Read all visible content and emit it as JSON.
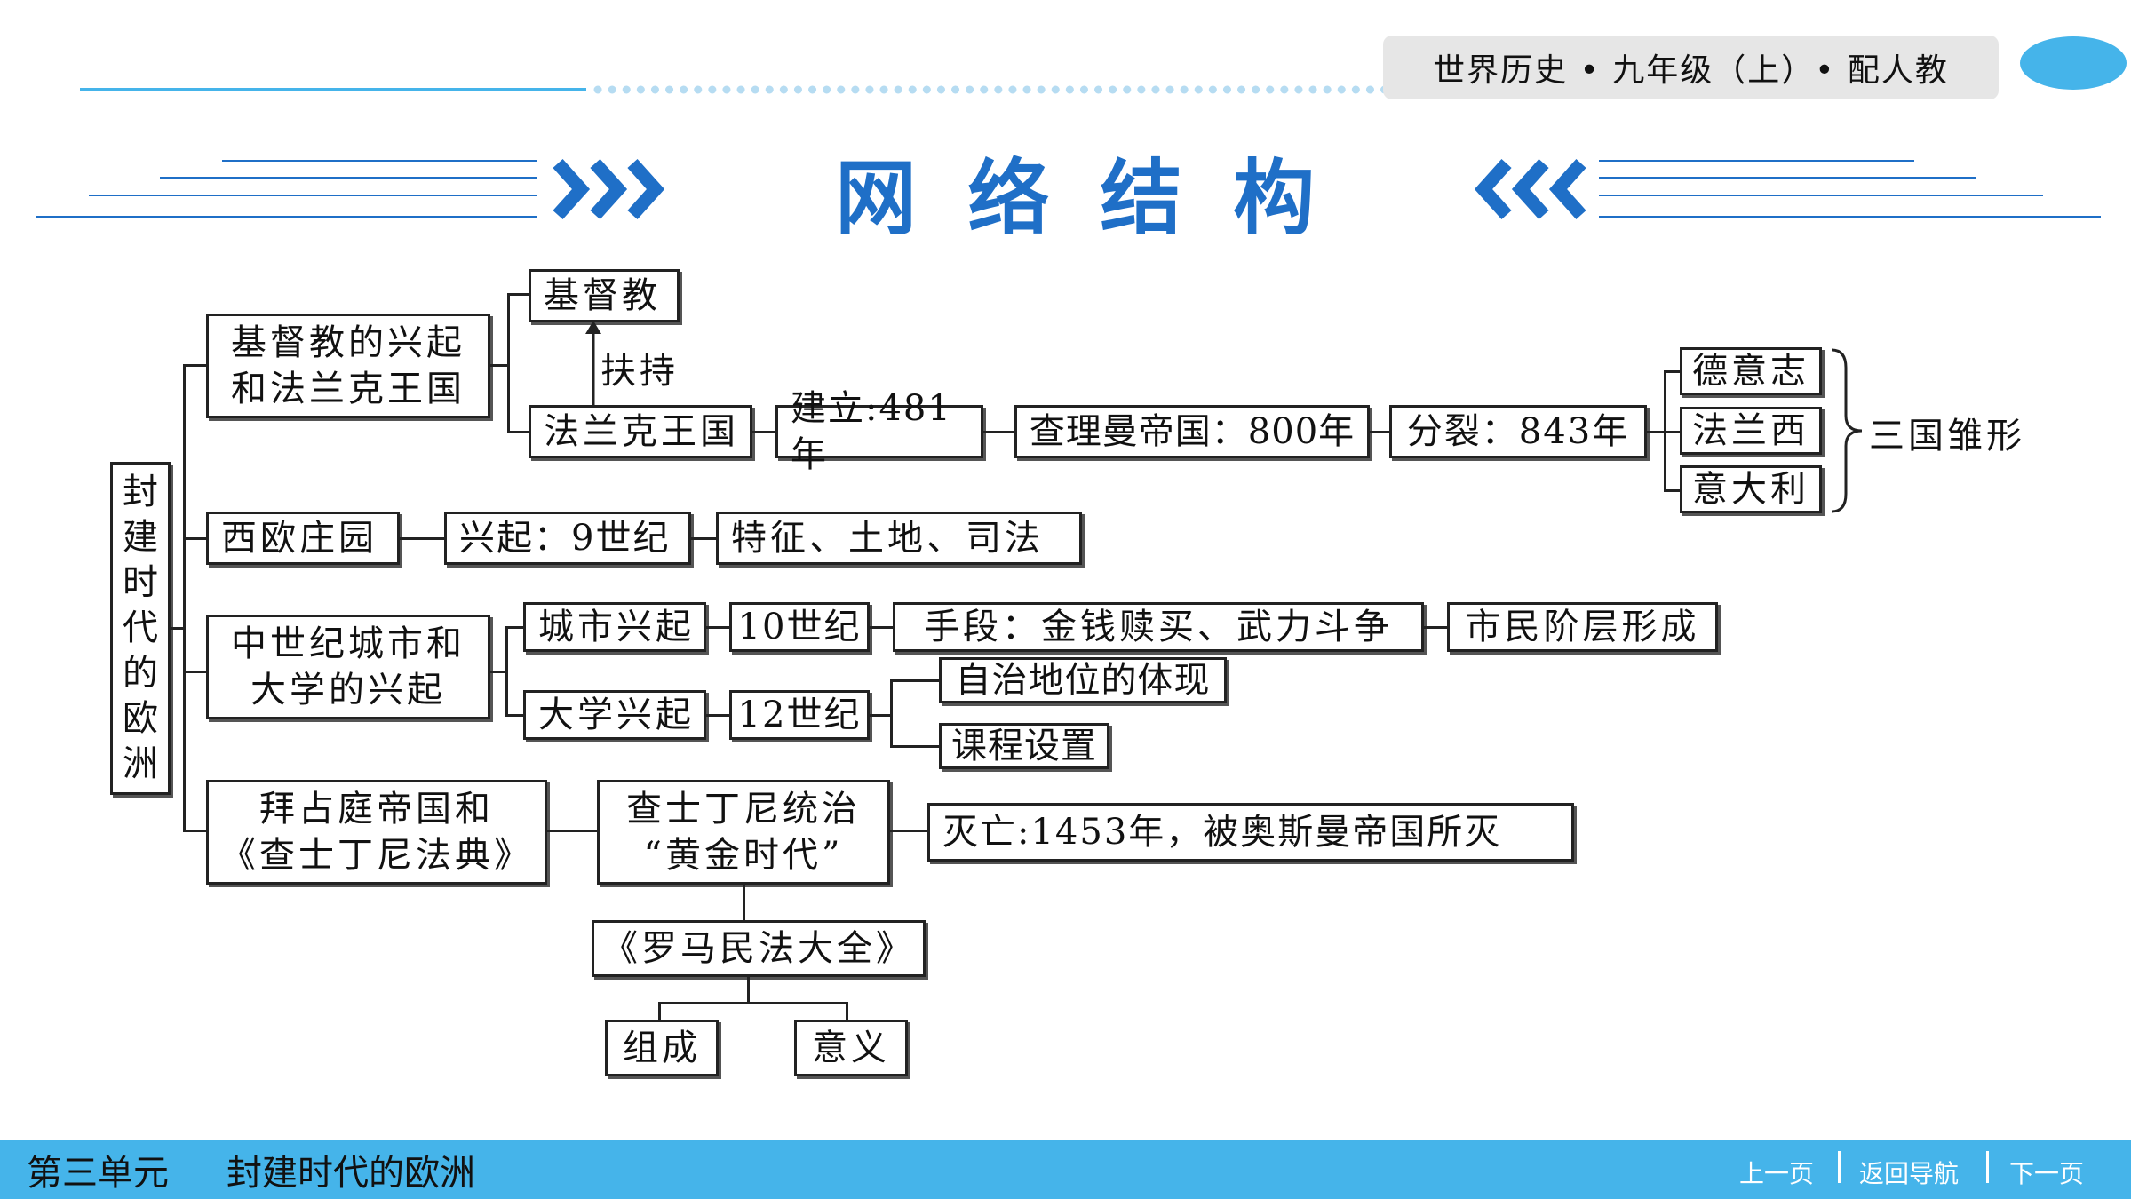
{
  "header": {
    "badge": "世界历史 • 九年级（上）• 配人教",
    "title_chars": [
      "网",
      "络",
      "结",
      "构"
    ],
    "accent_color": "#1f6fc7",
    "line_color": "#45b4ea"
  },
  "diagram": {
    "root": [
      "封",
      "建",
      "时",
      "代",
      "的",
      "欧",
      "洲"
    ],
    "b1": {
      "line1": "基督教的兴起",
      "line2": "和法兰克王国"
    },
    "christianity": "基督教",
    "support": "扶持",
    "frankish": "法兰克王国",
    "founded": "建立:481年",
    "charlemagne": "查理曼帝国：800年",
    "split": "分裂：843年",
    "germany": "德意志",
    "france": "法兰西",
    "italy": "意大利",
    "three_states": "三国雏形",
    "manor": "西欧庄园",
    "manor_rise": "兴起：9世纪",
    "manor_feature": "特征、土地、司法",
    "b3": {
      "line1": "中世纪城市和",
      "line2": "大学的兴起"
    },
    "city_rise": "城市兴起",
    "city_century": "10世纪",
    "city_means": "手段：金钱赎买、武力斗争",
    "burgher": "市民阶层形成",
    "univ_rise": "大学兴起",
    "univ_century": "12世纪",
    "autonomy": "自治地位的体现",
    "curriculum": "课程设置",
    "b4": {
      "line1": "拜占庭帝国和",
      "line2": "《查士丁尼法典》"
    },
    "justinian": {
      "line1": "查士丁尼统治",
      "line2": "“黄金时代”"
    },
    "fall": "灭亡:1453年，被奥斯曼帝国所灭",
    "corpus": "《罗马民法大全》",
    "composition": "组成",
    "significance": "意义"
  },
  "footer": {
    "unit": "第三单元",
    "chapter": "封建时代的欧洲",
    "prev": "上一页",
    "home": "返回导航",
    "next": "下一页",
    "bar_color": "#45b4ea"
  }
}
